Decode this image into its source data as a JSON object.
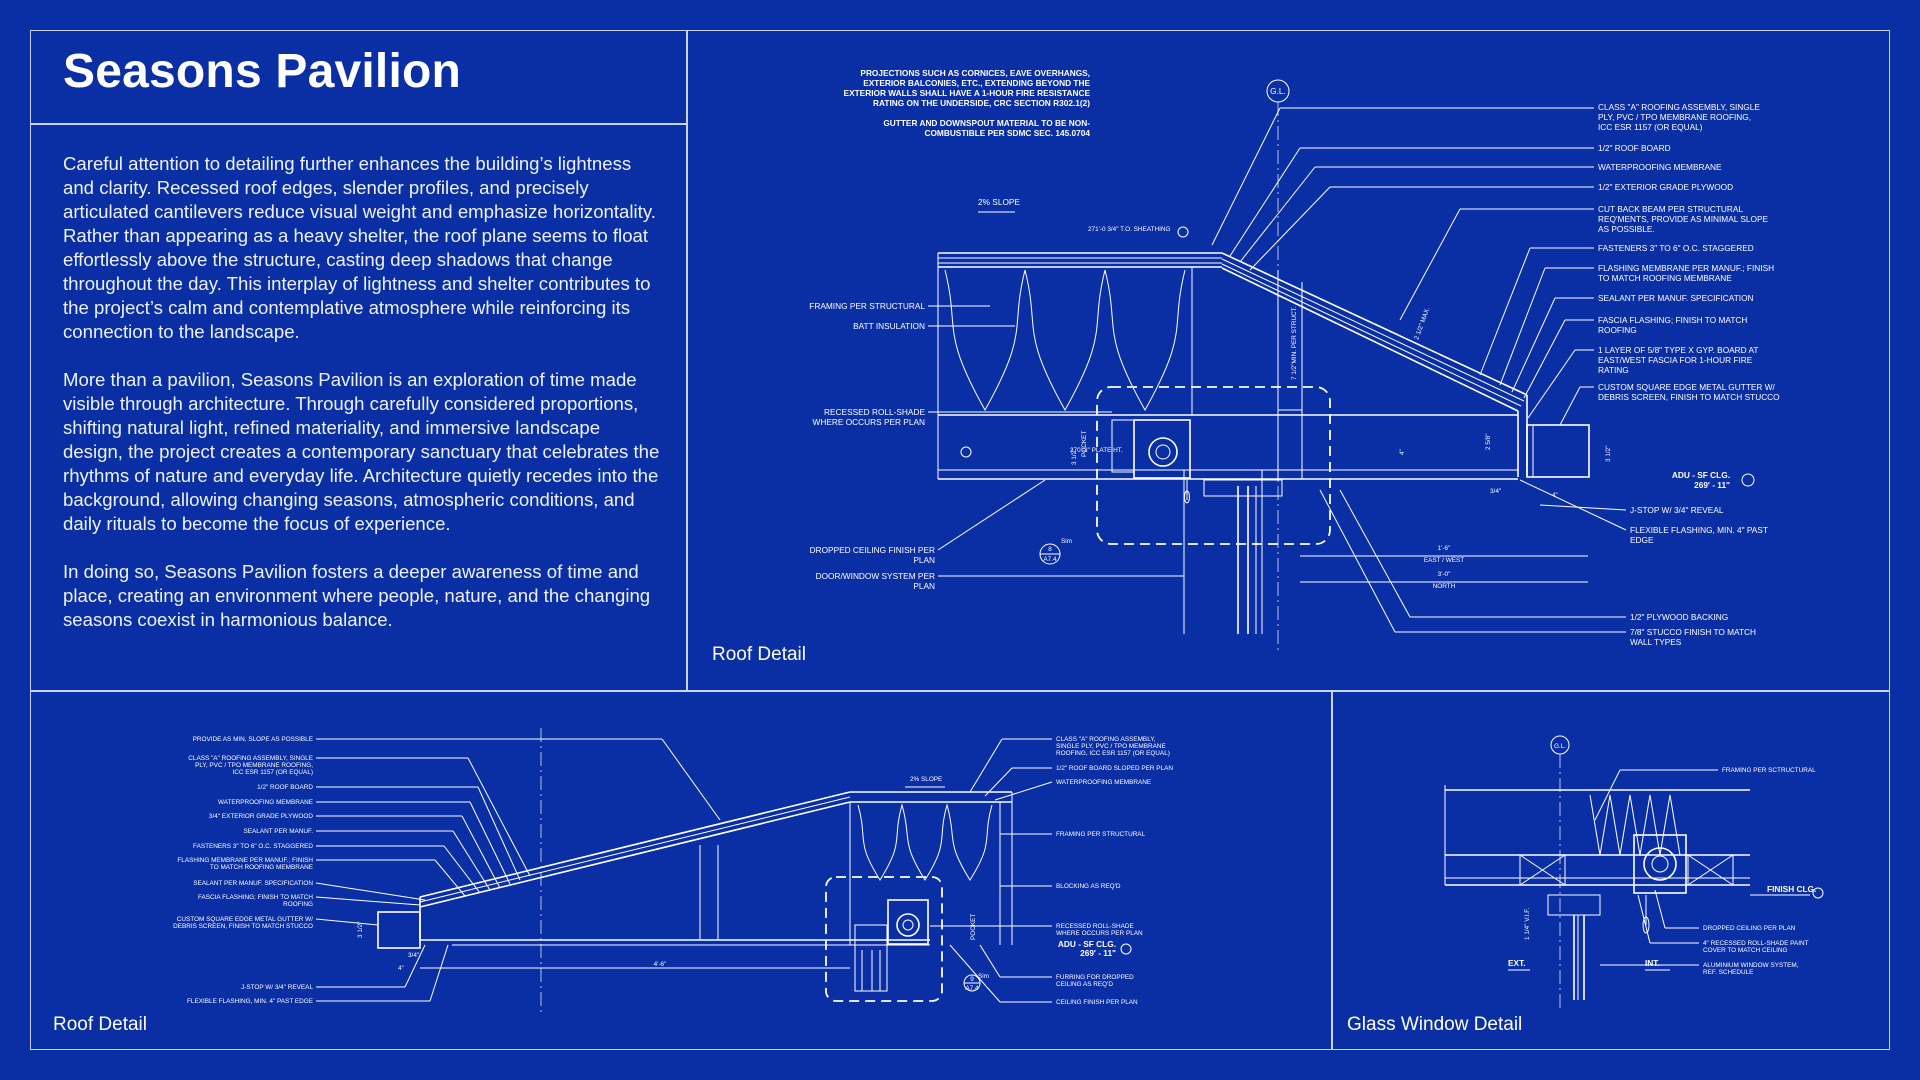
{
  "title": "Seasons Pavilion",
  "paragraphs": [
    "Careful attention to detailing further enhances the building’s lightness and clarity. Recessed roof edges, slender profiles, and precisely articulated cantilevers reduce visual weight and emphasize horizontality. Rather than appearing as a heavy shelter, the roof plane seems to float effortlessly above the structure, casting deep shadows that change throughout the day. This interplay of lightness and shelter contributes to the project’s calm and contemplative atmosphere while reinforcing its connection to the landscape.",
    "More than a pavilion, Seasons Pavilion is an exploration of time made visible through architecture. Through carefully considered proportions, shifting natural light, refined materiality, and immersive landscape design, the project creates a contemporary sanctuary that celebrates the rhythms of nature and everyday life. Architecture quietly recedes into the background, allowing changing seasons, atmospheric conditions, and daily rituals to become the focus of experience.",
    "In doing so, Seasons Pavilion fosters a deeper awareness of time and place, creating an environment where people, nature, and the changing seasons coexist in harmonious balance."
  ],
  "panels": {
    "roof_detail_top": {
      "label": "Roof Detail",
      "code_note": [
        "PROJECTIONS SUCH AS CORNICES, EAVE OVERHANGS,",
        "EXTERIOR BALCONIES, ETC., EXTENDING BEYOND THE",
        "EXTERIOR WALLS SHALL HAVE A 1-HOUR FIRE RESISTANCE",
        "RATING ON THE UNDERSIDE, CRC SECTION R302.1(2)",
        "",
        "GUTTER AND DOWNSPOUT MATERIAL TO BE NON-",
        "COMBUSTIBLE PER SDMC SEC. 145.0704"
      ],
      "grid_tag": "G.L.",
      "slope": "2% SLOPE",
      "sheathing": "271'-0 3/4\" T.O. SHEATHING",
      "plate_ht": "270'-3\" PLATE HT.",
      "adu_clg": [
        "ADU - SF CLG.",
        "269' - 11\""
      ],
      "section_tag": [
        "8",
        "A7.4"
      ],
      "section_tag_label": "Sim",
      "left_notes": [
        "FRAMING PER STRUCTURAL",
        "BATT INSULATION",
        "RECESSED ROLL-SHADE",
        "WHERE OCCURS PER PLAN",
        "DROPPED CEILING FINISH PER",
        "PLAN",
        "DOOR/WINDOW SYSTEM PER",
        "PLAN"
      ],
      "right_notes": [
        [
          "CLASS \"A\" ROOFING ASSEMBLY, SINGLE",
          "PLY, PVC / TPO MEMBRANE ROOFING,",
          "ICC ESR 1157 (OR EQUAL)"
        ],
        [
          "1/2\" ROOF BOARD"
        ],
        [
          "WATERPROOFING MEMBRANE"
        ],
        [
          "1/2\" EXTERIOR GRADE PLYWOOD"
        ],
        [
          "CUT BACK BEAM PER STRUCTURAL",
          "REQ'MENTS, PROVIDE AS MINIMAL SLOPE",
          "AS POSSIBLE."
        ],
        [
          "FASTENERS 3\" TO 6\" O.C. STAGGERED"
        ],
        [
          "FLASHING MEMBRANE PER MANUF.; FINISH",
          "TO MATCH ROOFING MEMBRANE"
        ],
        [
          "SEALANT PER MANUF. SPECIFICATION"
        ],
        [
          "FASCIA FLASHING; FINISH TO MATCH",
          "ROOFING"
        ],
        [
          "1 LAYER OF 5/8\" TYPE X GYP. BOARD AT",
          "EAST/WEST FASCIA FOR 1-HOUR FIRE",
          "RATING"
        ],
        [
          "CUSTOM SQUARE EDGE METAL GUTTER W/",
          "DEBRIS SCREEN, FINISH TO MATCH STUCCO"
        ]
      ],
      "lower_right_notes": [
        [
          "J-STOP W/ 3/4\" REVEAL"
        ],
        [
          "FLEXIBLE FLASHING, MIN. 4\" PAST",
          "EDGE"
        ],
        [
          "1/2\" PLYWOOD BACKING"
        ],
        [
          "7/8\" STUCCO FINISH TO MATCH",
          "WALL TYPES"
        ]
      ],
      "dims": {
        "ew_value": "1'-6\"",
        "ew_label": "EAST / WEST",
        "n_value": "3'-0\"",
        "n_label": "NORTH",
        "pocket": "POCKET",
        "pocket_dim": "3 1/2\"",
        "min_struct": "7 1/2\"MIN. PER STRUCT.",
        "max": "2 1/2\" MAX.",
        "d4": "4\"",
        "d25": "2 5/8\"",
        "d34": "3/4\"",
        "d4b": "4\"",
        "d312": "3 1/2\""
      }
    },
    "roof_detail_bottom": {
      "label": "Roof Detail",
      "slope": "2% SLOPE",
      "adu_clg": [
        "ADU - SF CLG.",
        "269' - 11\""
      ],
      "section_tag": [
        "9",
        "A7.4"
      ],
      "section_tag_label": "Sim",
      "dims": {
        "d4_6": "4'-6\"",
        "d312": "3 1/2\"",
        "d34": "3/4\"",
        "d4": "4\"",
        "pocket": "POCKET"
      },
      "left_notes": [
        [
          "PROVIDE AS MIN. SLOPE AS POSSIBLE"
        ],
        [
          "CLASS \"A\" ROOFING ASSEMBLY, SINGLE",
          "PLY, PVC / TPO MEMBRANE ROOFING,",
          "ICC ESR 1157 (OR EQUAL)"
        ],
        [
          "1/2\" ROOF BOARD"
        ],
        [
          "WATERPROOFING MEMBRANE"
        ],
        [
          "3/4\" EXTERIOR GRADE PLYWOOD"
        ],
        [
          "SEALANT PER MANUF."
        ],
        [
          "FASTENERS 3\" TO 6\" O.C. STAGGERED"
        ],
        [
          "FLASHING MEMBRANE PER MANUF.; FINISH",
          "TO MATCH ROOFING MEMBRANE"
        ],
        [
          "SEALANT PER MANUF. SPECIFICATION"
        ],
        [
          "FASCIA FLASHING; FINISH TO MATCH",
          "ROOFING"
        ],
        [
          "CUSTOM SQUARE EDGE METAL GUTTER W/",
          "DEBRIS SCREEN, FINISH TO MATCH STUCCO"
        ],
        [
          "J-STOP W/ 3/4\" REVEAL"
        ],
        [
          "FLEXIBLE FLASHING, MIN. 4\" PAST EDGE"
        ]
      ],
      "right_notes": [
        [
          "CLASS \"A\" ROOFING ASSEMBLY,",
          "SINGLE PLY, PVC / TPO MEMBRANE",
          "ROOFING, ICC ESR 1157 (OR EQUAL)"
        ],
        [
          "1/2\" ROOF BOARD SLOPED PER PLAN"
        ],
        [
          "WATERPROOFING MEMBRANE"
        ],
        [
          "FRAMING PER STRUCTURAL"
        ],
        [
          "BLOCKING AS REQ'D"
        ],
        [
          "RECESSED ROLL-SHADE",
          "WHERE OCCURS PER PLAN"
        ],
        [
          "FURRING FOR DROPPED",
          "CEILING AS REQ'D"
        ],
        [
          "CEILING FINISH PER PLAN"
        ]
      ]
    },
    "glass_window_detail": {
      "label": "Glass Window Detail",
      "grid_tag": "G.L.",
      "finish_clg": "FINISH CLG.",
      "ext": "EXT.",
      "int": "INT.",
      "vif": "1 1/4\" V.I.F.",
      "notes": [
        [
          "FRAMING PER SCTRUCTURAL"
        ],
        [
          "DROPPED CEILING PER PLAN"
        ],
        [
          "4\" RECESSED ROLL-SHADE PAINT",
          "COVER TO MATCH CEILING"
        ],
        [
          "ALUMINIUM WINDOW SYSTEM,",
          "REF. SCHEDULE"
        ]
      ]
    }
  }
}
